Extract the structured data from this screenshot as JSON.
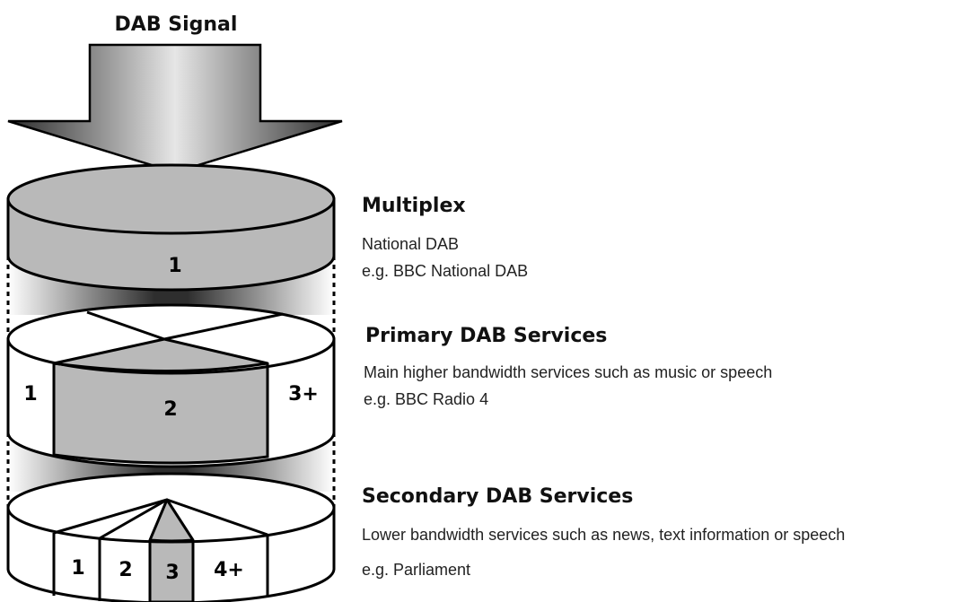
{
  "signal_label": "DAB Signal",
  "multiplex": {
    "heading": "Multiplex",
    "line1": "National DAB",
    "line2": "e.g. BBC National DAB",
    "segment": "1"
  },
  "primary": {
    "heading": "Primary DAB Services",
    "line1": "Main higher bandwidth services such as music or speech",
    "line2": "e.g. BBC Radio 4",
    "segments": [
      "1",
      "2",
      "3+"
    ]
  },
  "secondary": {
    "heading": "Secondary DAB Services",
    "line1": "Lower bandwidth services such as news, text information or speech",
    "line2": "e.g. Parliament",
    "segments": [
      "1",
      "2",
      "3",
      "4+"
    ]
  },
  "colors": {
    "fill_gray": "#b9b9b9",
    "stroke": "#000000",
    "gradient_dark": "#2a2a2a",
    "gradient_light": "#ffffff"
  }
}
